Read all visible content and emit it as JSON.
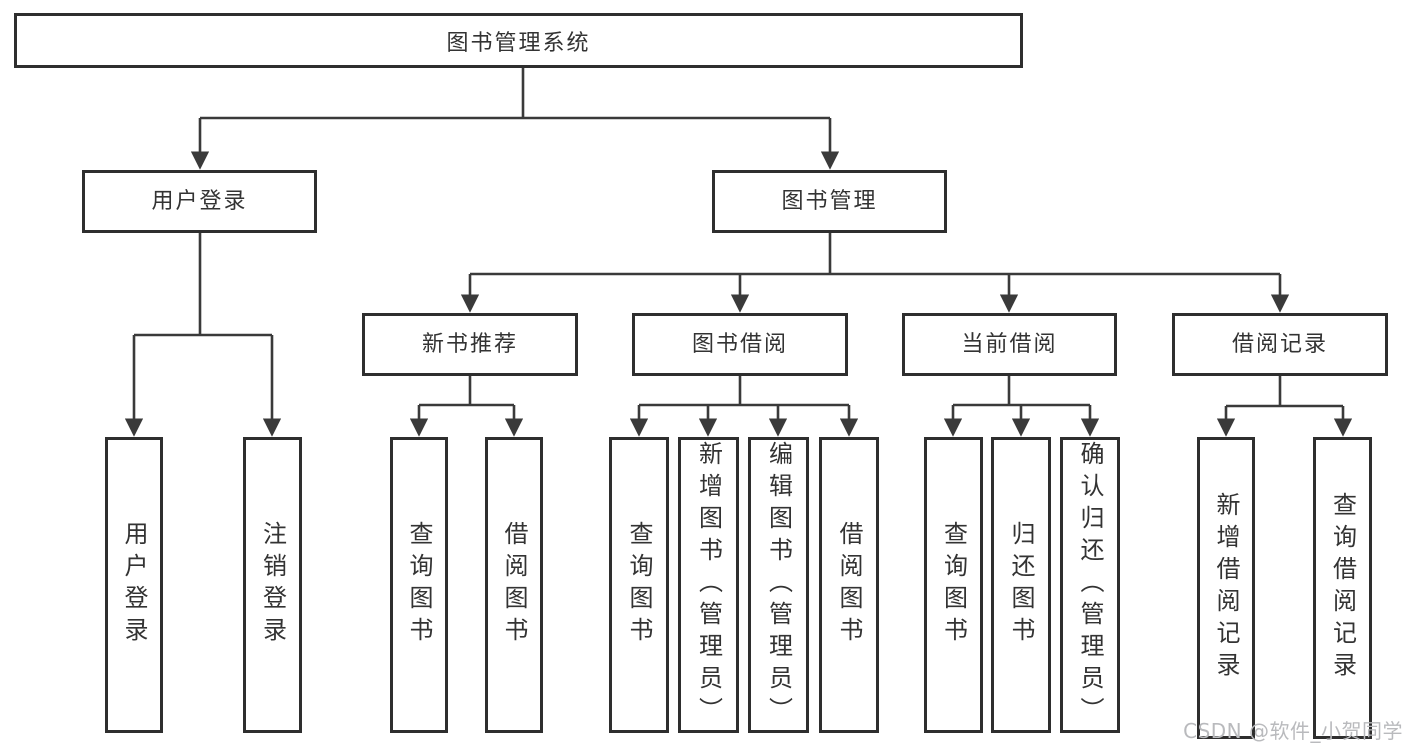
{
  "diagram": {
    "root": {
      "label": "图书管理系统"
    },
    "level2": [
      {
        "label": "用户登录",
        "children": [
          {
            "label": "用户登录"
          },
          {
            "label": "注销登录"
          }
        ]
      },
      {
        "label": "图书管理",
        "children": [
          {
            "label": "新书推荐",
            "children": [
              {
                "label": "查询图书"
              },
              {
                "label": "借阅图书"
              }
            ]
          },
          {
            "label": "图书借阅",
            "children": [
              {
                "label": "查询图书"
              },
              {
                "label": "新增图书（管理员）"
              },
              {
                "label": "编辑图书（管理员）"
              },
              {
                "label": "借阅图书"
              }
            ]
          },
          {
            "label": "当前借阅",
            "children": [
              {
                "label": "查询图书"
              },
              {
                "label": "归还图书"
              },
              {
                "label": "确认归还（管理员）"
              }
            ]
          },
          {
            "label": "借阅记录",
            "children": [
              {
                "label": "新增借阅记录"
              },
              {
                "label": "查询借阅记录"
              }
            ]
          }
        ]
      }
    ]
  },
  "watermark": {
    "text": "CSDN @软件_小贺同学"
  },
  "colors": {
    "line": "#3a3a3a",
    "box_border": "#2e2e2e",
    "text": "#333333",
    "watermark": "#b9babd",
    "background": "#ffffff"
  }
}
